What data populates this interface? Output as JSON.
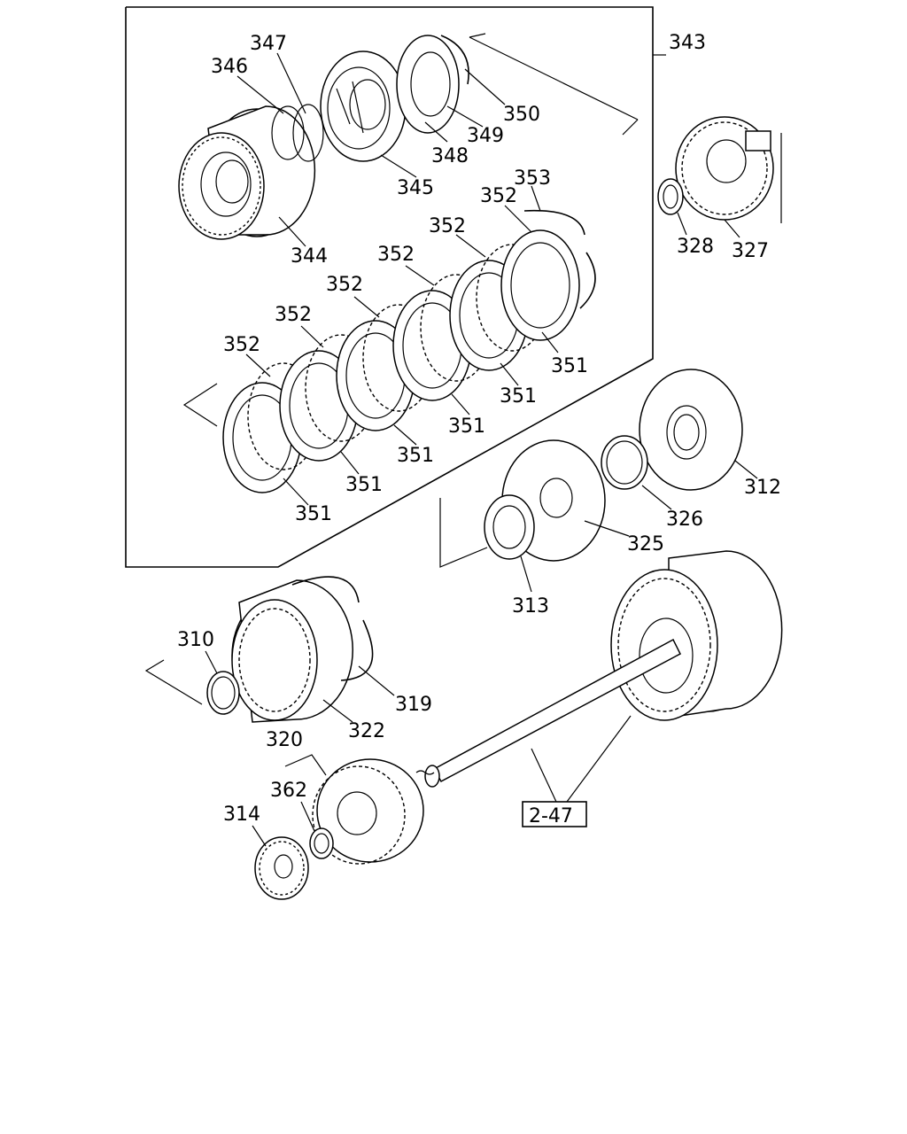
{
  "labels": {
    "p343": "343",
    "p347": "347",
    "p346": "346",
    "p350": "350",
    "p349": "349",
    "p348": "348",
    "p345": "345",
    "p344": "344",
    "p353": "353",
    "p328": "328",
    "p327": "327",
    "p351a": "351",
    "p351b": "351",
    "p351c": "351",
    "p351d": "351",
    "p351e": "351",
    "p351f": "351",
    "p352a": "352",
    "p352b": "352",
    "p352c": "352",
    "p352d": "352",
    "p352e": "352",
    "p352f": "352",
    "p312": "312",
    "p326": "326",
    "p325": "325",
    "p313": "313",
    "p310": "310",
    "p319": "319",
    "p322": "322",
    "p320": "320",
    "p362": "362",
    "p314": "314"
  },
  "reference_box": "2-47"
}
